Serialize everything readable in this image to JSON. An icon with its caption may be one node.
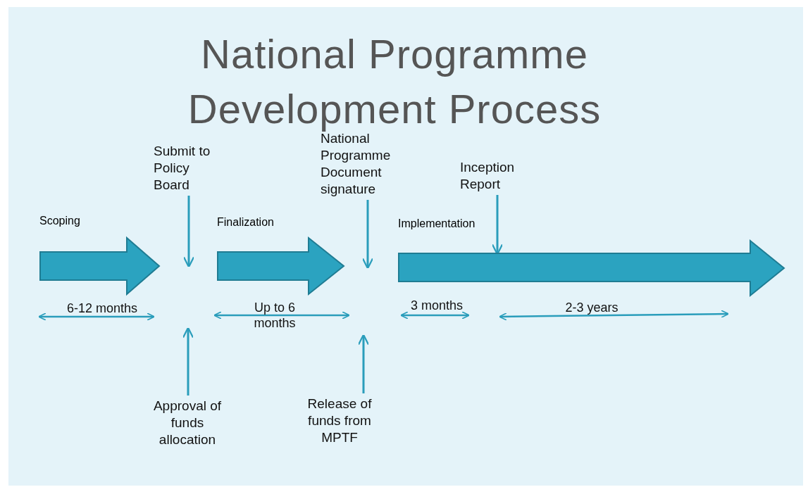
{
  "diagram": {
    "title": "National Programme Development Process",
    "nodes": [
      {
        "text": [
          "Scoping"
        ]
      },
      {
        "text": [
          "Submit to Policy Board"
        ]
      },
      {
        "text": [
          "Finalization"
        ]
      },
      {
        "text": [
          "National Programme Document signature"
        ]
      },
      {
        "text": [
          "Implementation"
        ]
      },
      {
        "text": [
          "Inception Report"
        ]
      },
      {
        "text": [
          "Approval of funds allocation"
        ]
      },
      {
        "text": [
          "Release of funds from MPTF"
        ]
      }
    ],
    "edges": [
      {
        "from": 1,
        "to": null,
        "arrow": "to"
      },
      {
        "from": 3,
        "to": null,
        "arrow": "to"
      },
      {
        "from": 5,
        "to": 4,
        "arrow": "to"
      },
      {
        "from": 6,
        "to": null,
        "arrow": "to"
      },
      {
        "from": 7,
        "to": null,
        "arrow": "to"
      }
    ],
    "labels": [
      "6-12 months",
      "Up to 6 months",
      "3 months",
      "2-3 years"
    ]
  }
}
